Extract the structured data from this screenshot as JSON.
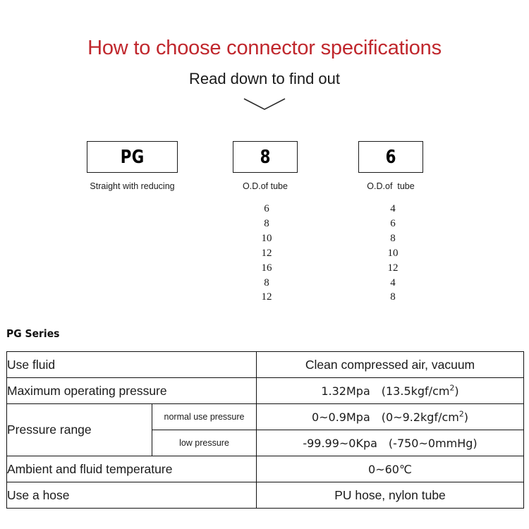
{
  "header": {
    "title": "How to choose connector specifications",
    "subtitle": "Read down to find out",
    "title_color": "#c0272d",
    "chevron_icon": "chevron-down-icon"
  },
  "selector": {
    "boxes": [
      {
        "code": "PG",
        "label": "Straight with reducing"
      },
      {
        "code": "8",
        "label": "O.D.of tube"
      },
      {
        "code": "6",
        "label": "O.D.of  tube"
      }
    ],
    "option_columns": [
      {
        "values": [
          "6",
          "8",
          "10",
          "12",
          "16",
          "8",
          "12"
        ]
      },
      {
        "values": [
          "4",
          "6",
          "8",
          "10",
          "12",
          "4",
          "8"
        ]
      }
    ]
  },
  "series": {
    "heading": "PG Series",
    "rows": [
      {
        "label": "Use fluid",
        "value": "Clean compressed air, vacuum"
      },
      {
        "label": "Maximum operating pressure",
        "value": "1.32Mpa (13.5kgf/cm2)"
      },
      {
        "label": "Pressure range",
        "sub_rows": [
          {
            "sub_label": "normal use pressure",
            "value": "0~0.9Mpa (0~9.2kgf/cm2)"
          },
          {
            "sub_label": "low pressure",
            "value": "-99.99~0Kpa (-750~0mmHg)"
          }
        ]
      },
      {
        "label": "Ambient and fluid temperature",
        "value": "0~60℃"
      },
      {
        "label": "Use a hose",
        "value": "PU hose, nylon tube"
      }
    ],
    "value_parts": {
      "max_pressure_main": "1.32Mpa",
      "max_pressure_paren_open": "(13.5kgf/cm",
      "normal_main": "0~0.9Mpa",
      "normal_paren_open": "(0~9.2kgf/cm",
      "sup2": "2",
      "paren_close": ")",
      "low_value": "-99.99~0Kpa (-750~0mmHg)",
      "temp_value": "0~60℃",
      "hose_value": "PU hose, nylon tube",
      "fluid_value": "Clean compressed air, vacuum"
    },
    "beige_color": "#f7efe5"
  }
}
